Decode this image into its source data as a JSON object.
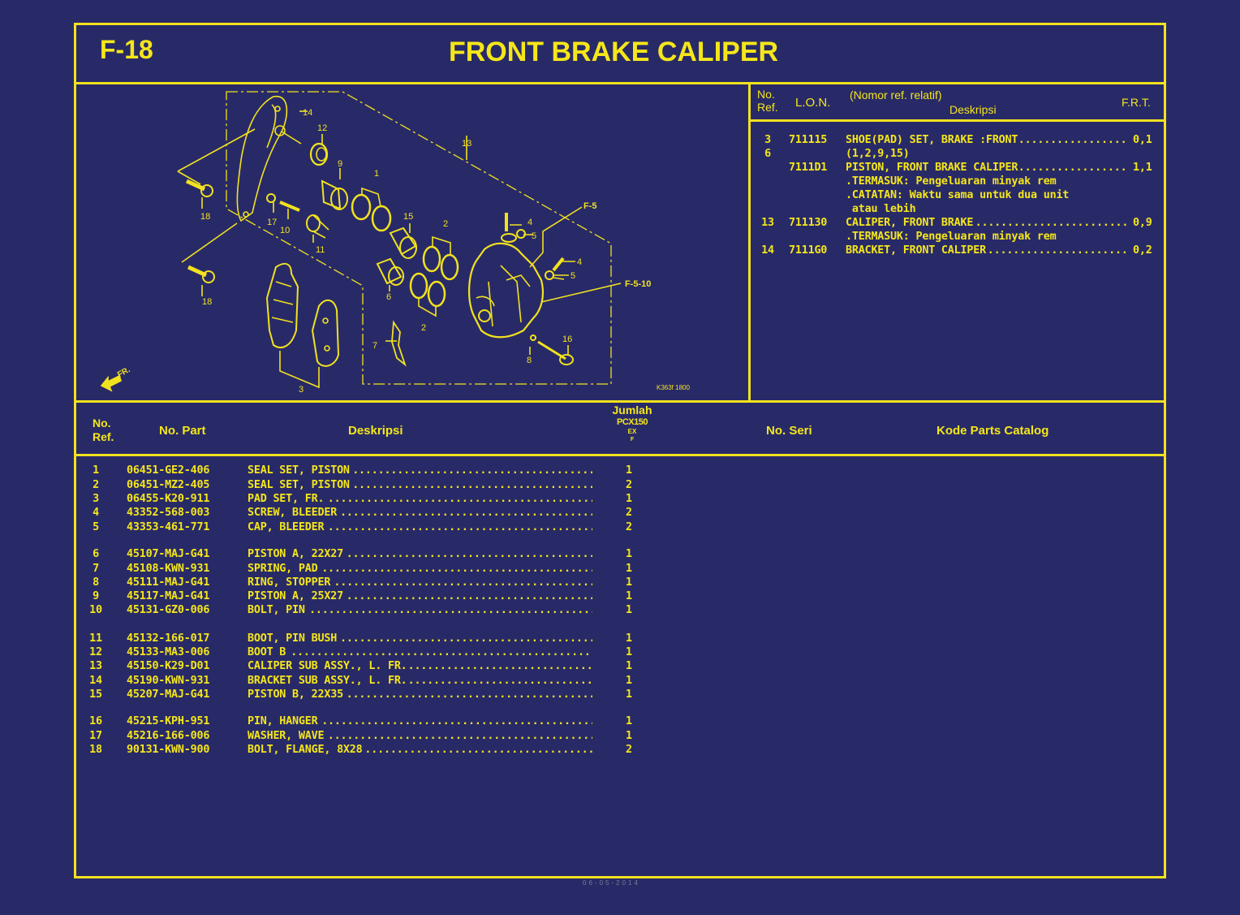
{
  "page": {
    "code": "F-18",
    "title": "FRONT BRAKE CALIPER",
    "footer_faint": "06-05-2014"
  },
  "diagram": {
    "drawing_code": "K363f 1800",
    "direction_label": "FR.",
    "refs": [
      "1",
      "2",
      "2",
      "3",
      "4",
      "4",
      "5",
      "5",
      "6",
      "7",
      "8",
      "9",
      "10",
      "11",
      "12",
      "13",
      "14",
      "15",
      "16",
      "17",
      "18",
      "18"
    ],
    "callouts": [
      "F-5",
      "F-5-10"
    ],
    "colors": {
      "line": "#f2e21e",
      "background": "#282a68"
    }
  },
  "frt_table": {
    "headers": {
      "no_ref": [
        "No.",
        "Ref."
      ],
      "lon": "L.O.N.",
      "desc_note": "(Nomor ref. relatif)",
      "desc": "Deskripsi",
      "frt": "F.R.T."
    },
    "rows": [
      {
        "ref": "3",
        "lon": "711115",
        "desc": "SHOE(PAD) SET, BRAKE :FRONT",
        "frt": "0,1"
      },
      {
        "ref": "6",
        "lon": "",
        "desc": "(1,2,9,15)",
        "frt": ""
      },
      {
        "ref": "",
        "lon": "7111D1",
        "desc": "PISTON, FRONT BRAKE CALIPER",
        "frt": "1,1"
      },
      {
        "ref": "",
        "lon": "",
        "desc": ".TERMASUK: Pengeluaran minyak rem",
        "frt": ""
      },
      {
        "ref": "",
        "lon": "",
        "desc": ".CATATAN: Waktu sama untuk dua unit",
        "frt": ""
      },
      {
        "ref": "",
        "lon": "",
        "desc": " atau lebih",
        "frt": ""
      },
      {
        "ref": "13",
        "lon": "711130",
        "desc": "CALIPER, FRONT BRAKE",
        "frt": "0,9"
      },
      {
        "ref": "",
        "lon": "",
        "desc": ".TERMASUK: Pengeluaran minyak rem",
        "frt": ""
      },
      {
        "ref": "14",
        "lon": "7111G0",
        "desc": "BRACKET, FRONT CALIPER",
        "frt": "0,2"
      }
    ]
  },
  "parts_table": {
    "headers": {
      "no_ref": [
        "No.",
        "Ref."
      ],
      "part_no": "No. Part",
      "desc": "Deskripsi",
      "qty": "Jumlah",
      "model": "PCX150",
      "model_sub1": "EX",
      "model_sub2": "F",
      "serial": "No. Seri",
      "catalog": "Kode Parts Catalog"
    },
    "rows": [
      {
        "ref": "1",
        "part": "06451-GE2-406",
        "desc": "SEAL SET, PISTON",
        "qty": "1"
      },
      {
        "ref": "2",
        "part": "06451-MZ2-405",
        "desc": "SEAL SET, PISTON",
        "qty": "2"
      },
      {
        "ref": "3",
        "part": "06455-K20-911",
        "desc": "PAD SET, FR.",
        "qty": "1"
      },
      {
        "ref": "4",
        "part": "43352-568-003",
        "desc": "SCREW, BLEEDER",
        "qty": "2"
      },
      {
        "ref": "5",
        "part": "43353-461-771",
        "desc": "CAP, BLEEDER",
        "qty": "2"
      },
      {
        "ref": "6",
        "part": "45107-MAJ-G41",
        "desc": "PISTON A, 22X27",
        "qty": "1"
      },
      {
        "ref": "7",
        "part": "45108-KWN-931",
        "desc": "SPRING, PAD",
        "qty": "1"
      },
      {
        "ref": "8",
        "part": "45111-MAJ-G41",
        "desc": "RING, STOPPER",
        "qty": "1"
      },
      {
        "ref": "9",
        "part": "45117-MAJ-G41",
        "desc": "PISTON A, 25X27",
        "qty": "1"
      },
      {
        "ref": "10",
        "part": "45131-GZ0-006",
        "desc": "BOLT, PIN",
        "qty": "1"
      },
      {
        "ref": "11",
        "part": "45132-166-017",
        "desc": "BOOT, PIN BUSH",
        "qty": "1"
      },
      {
        "ref": "12",
        "part": "45133-MA3-006",
        "desc": "BOOT B",
        "qty": "1"
      },
      {
        "ref": "13",
        "part": "45150-K29-D01",
        "desc": "CALIPER SUB ASSY., L. FR.",
        "qty": "1"
      },
      {
        "ref": "14",
        "part": "45190-KWN-931",
        "desc": "BRACKET SUB ASSY., L. FR.",
        "qty": "1"
      },
      {
        "ref": "15",
        "part": "45207-MAJ-G41",
        "desc": "PISTON B, 22X35",
        "qty": "1"
      },
      {
        "ref": "16",
        "part": "45215-KPH-951",
        "desc": "PIN, HANGER",
        "qty": "1"
      },
      {
        "ref": "17",
        "part": "45216-166-006",
        "desc": "WASHER, WAVE",
        "qty": "1"
      },
      {
        "ref": "18",
        "part": "90131-KWN-900",
        "desc": "BOLT, FLANGE, 8X28",
        "qty": "2"
      }
    ]
  }
}
